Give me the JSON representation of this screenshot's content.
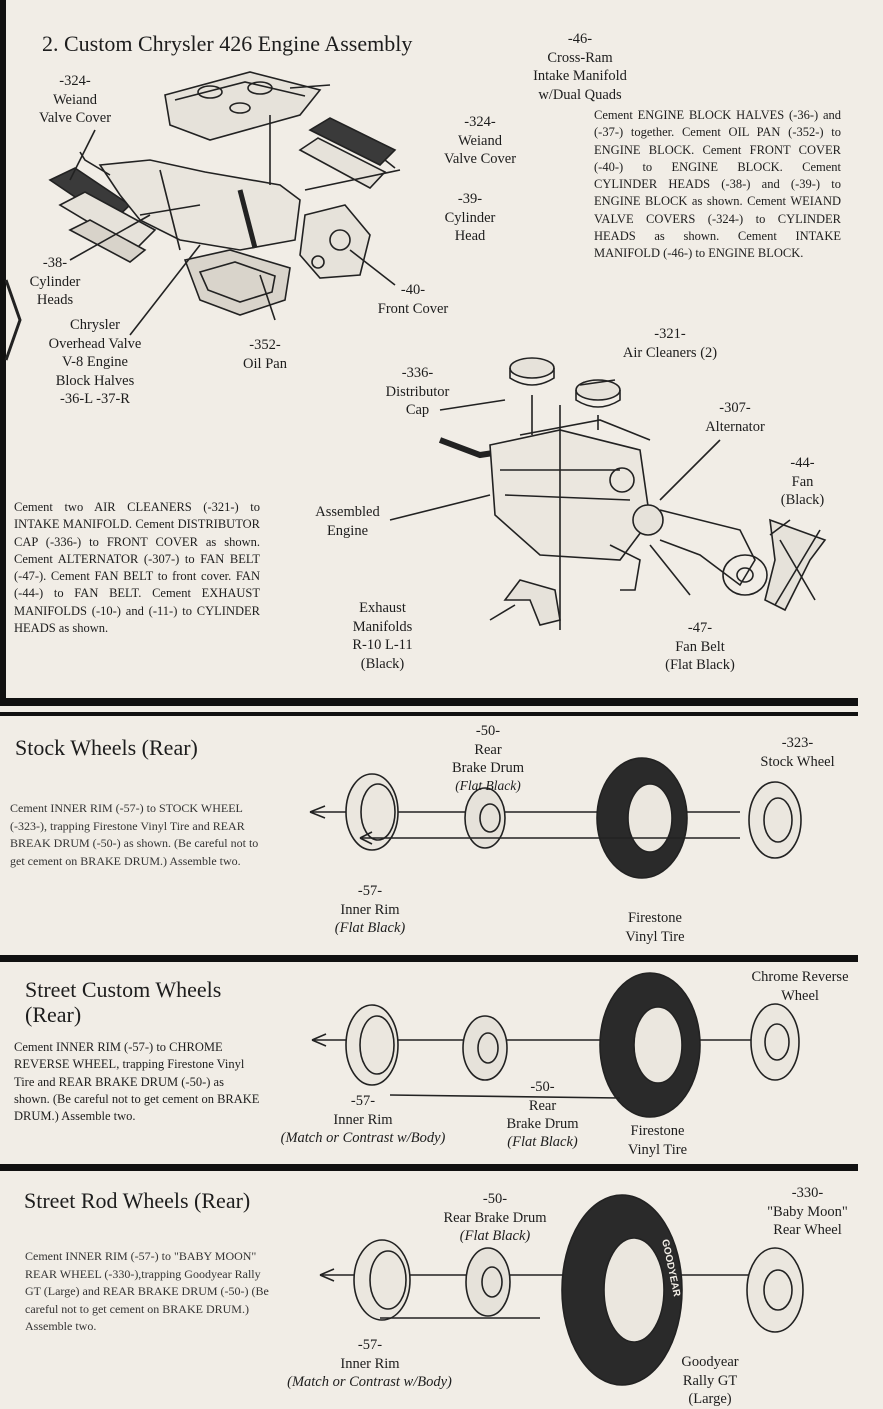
{
  "engine_section": {
    "title": "2. Custom Chrysler 426 Engine Assembly",
    "labels": {
      "weiand_left": "-324-\nWeiand\nValve Cover",
      "cross_ram": "-46-\nCross-Ram\nIntake Manifold\nw/Dual Quads",
      "weiand_right": "-324-\nWeiand\nValve Cover",
      "cylinder_head_right": "-39-\nCylinder\nHead",
      "cylinder_heads_left": "-38-\nCylinder\nHeads",
      "front_cover": "-40-\nFront Cover",
      "block": "Chrysler\nOverhead Valve\nV-8 Engine\nBlock Halves\n-36-L -37-R",
      "oil_pan": "-352-\nOil Pan",
      "air_cleaners": "-321-\nAir Cleaners (2)",
      "distributor_cap": "-336-\nDistributor\nCap",
      "alternator": "-307-\nAlternator",
      "fan": "-44-\nFan\n(Black)",
      "assembled_engine": "Assembled\nEngine",
      "exhaust": "Exhaust\nManifolds\nR-10 L-11\n(Black)",
      "fan_belt": "-47-\nFan Belt\n(Flat Black)"
    },
    "instructions_1": "Cement ENGINE BLOCK HALVES (-36-) and (-37-) together. Cement OIL PAN (-352-) to ENGINE BLOCK. Cement FRONT COVER (-40-) to ENGINE BLOCK. Cement CYLINDER HEADS (-38-) and (-39-) to ENGINE BLOCK as shown. Cement WEIAND VALVE COVERS (-324-) to CYLINDER HEADS as shown. Cement INTAKE MANIFOLD (-46-) to ENGINE BLOCK.",
    "instructions_2": "Cement two AIR CLEANERS (-321-) to INTAKE MANIFOLD. Cement DISTRIBUTOR CAP (-336-) to FRONT COVER as shown. Cement ALTERNATOR (-307-) to FAN BELT (-47-). Cement FAN BELT to front cover. FAN (-44-) to FAN BELT. Cement EXHAUST MANIFOLDS (-10-) and (-11-) to CYLINDER HEADS as shown."
  },
  "stock_section": {
    "title": "Stock Wheels (Rear)",
    "instructions": "Cement INNER RIM (-57-) to STOCK WHEEL (-323-), trapping Firestone Vinyl Tire and REAR BREAK DRUM (-50-) as shown. (Be careful not to get cement on BRAKE DRUM.) Assemble two.",
    "drum_label": "-50-\nRear\nBrake Drum",
    "drum_note": "(Flat Black)",
    "wheel_label": "-323-\nStock Wheel",
    "rim_label": "-57-\nInner Rim",
    "rim_note": "(Flat Black)",
    "tire_label": "Firestone\nVinyl Tire"
  },
  "street_custom_section": {
    "title": "Street Custom Wheels\n(Rear)",
    "instructions": "Cement INNER RIM (-57-) to CHROME REVERSE WHEEL, trapping Firestone Vinyl Tire and REAR BRAKE DRUM (-50-) as shown. (Be careful not to get cement on BRAKE DRUM.) Assemble two.",
    "wheel_label": "Chrome Reverse\nWheel",
    "rim_label": "-57-\nInner Rim",
    "rim_note": "(Match or Contrast w/Body)",
    "drum_label": "-50-\nRear\nBrake Drum",
    "drum_note": "(Flat Black)",
    "tire_label": "Firestone\nVinyl Tire"
  },
  "street_rod_section": {
    "title": "Street Rod Wheels (Rear)",
    "instructions": "Cement INNER RIM (-57-) to \"BABY MOON\" REAR WHEEL (-330-),trapping Goodyear Rally GT (Large) and REAR BRAKE DRUM (-50-) (Be careful not to get cement on BRAKE DRUM.) Assemble two.",
    "drum_label": "-50-\nRear Brake Drum",
    "drum_note": "(Flat Black)",
    "wheel_label": "-330-\n\"Baby Moon\"\nRear Wheel",
    "rim_label": "-57-\nInner Rim",
    "rim_note": "(Match or Contrast w/Body)",
    "tire_label": "Goodyear\nRally GT\n(Large)",
    "tire_brand": "GOODYEAR"
  },
  "colors": {
    "paper": "#f1ede6",
    "ink": "#1d1d1d",
    "rule": "#111111"
  }
}
